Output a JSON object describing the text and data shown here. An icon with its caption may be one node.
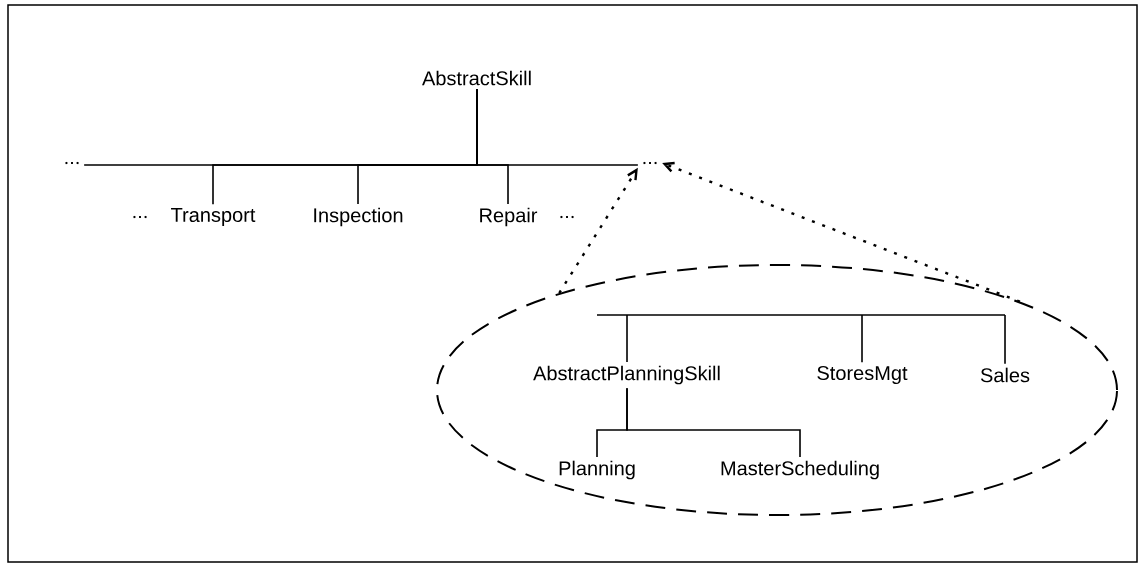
{
  "diagram": {
    "nodes": [
      {
        "text": [
          "AbstractSkill"
        ]
      },
      {
        "text": [
          "..."
        ]
      },
      {
        "text": [
          "..."
        ]
      },
      {
        "text": [
          "Transport"
        ]
      },
      {
        "text": [
          "Inspection"
        ]
      },
      {
        "text": [
          "Repair"
        ]
      },
      {
        "text": [],
        "shape": "ellipse"
      },
      {
        "text": [
          "AbstractPlanningSkill"
        ],
        "in": 6
      },
      {
        "text": [
          "StoresMgt"
        ],
        "in": 6
      },
      {
        "text": [
          "Sales"
        ],
        "in": 6
      },
      {
        "text": [
          "Planning"
        ],
        "in": 6
      },
      {
        "text": [
          "MasterScheduling"
        ],
        "in": 6
      }
    ],
    "edges": [
      {
        "from": 0,
        "to": 1,
        "arrow": "none"
      },
      {
        "from": 0,
        "to": 3,
        "arrow": "none"
      },
      {
        "from": 0,
        "to": 4,
        "arrow": "none"
      },
      {
        "from": 0,
        "to": 5,
        "arrow": "none"
      },
      {
        "from": 0,
        "to": 2,
        "arrow": "none"
      },
      {
        "from": null,
        "to": 7,
        "arrow": "none"
      },
      {
        "from": null,
        "to": 8,
        "arrow": "none"
      },
      {
        "from": null,
        "to": 9,
        "arrow": "none"
      },
      {
        "from": 7,
        "to": 10,
        "arrow": "none"
      },
      {
        "from": 7,
        "to": 11,
        "arrow": "none"
      },
      {
        "from": 6,
        "to": 2,
        "arrow": "to",
        "style": "dashed"
      },
      {
        "from": 6,
        "to": 2,
        "arrow": "to",
        "style": "dashed"
      }
    ],
    "labels": [
      "...",
      "..."
    ]
  }
}
